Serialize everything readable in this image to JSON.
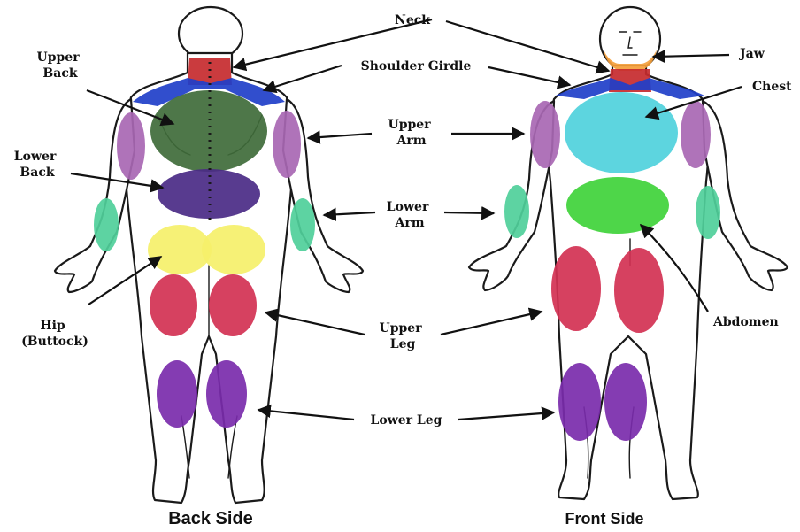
{
  "labels": {
    "neck": "Neck",
    "shoulder_girdle": "Shoulder Girdle",
    "upper_back": [
      "Upper",
      "Back"
    ],
    "lower_back": [
      "Lower",
      "Back"
    ],
    "upper_arm": [
      "Upper",
      "Arm"
    ],
    "lower_arm": [
      "Lower",
      "Arm"
    ],
    "hip": [
      "Hip",
      "(Buttock)"
    ],
    "upper_leg": [
      "Upper",
      "Leg"
    ],
    "lower_leg": "Lower Leg",
    "jaw": "Jaw",
    "chest": "Chest",
    "abdomen": "Abdomen"
  },
  "captions": {
    "back": "Back Side",
    "front": "Front Side"
  },
  "region_colors": {
    "neck": "#c62a2e",
    "shoulder_girdle": "#1f3fc9",
    "upper_back": "#3f6b3a",
    "lower_back": "#4a2a86",
    "arm_upper": "#a867b3",
    "arm_lower": "#4fcf9a",
    "hip": "#f5f06a",
    "upper_leg": "#d23152",
    "lower_leg": "#7a2bab",
    "jaw": "#f5a03b",
    "chest": "#4fd1dc",
    "abdomen": "#3fd23a"
  }
}
